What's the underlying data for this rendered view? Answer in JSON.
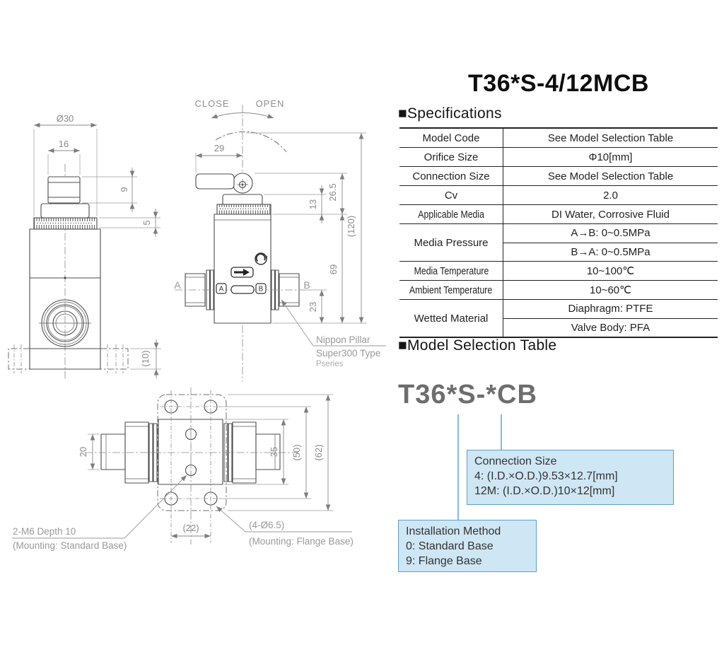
{
  "header": {
    "title": "T36*S-4/12MCB"
  },
  "specifications": {
    "heading": "■Specifications",
    "rows": [
      {
        "label": "Model Code",
        "values": [
          "See Model Selection Table"
        ]
      },
      {
        "label": "Orifice Size",
        "values": [
          "Φ10[mm]"
        ]
      },
      {
        "label": "Connection Size",
        "values": [
          "See Model Selection Table"
        ]
      },
      {
        "label": "Cv",
        "values": [
          "2.0"
        ]
      },
      {
        "label": "Applicable Media",
        "values": [
          "DI Water, Corrosive Fluid"
        ]
      },
      {
        "label": "Media Pressure",
        "values": [
          "A→B: 0~0.5MPa",
          "B→A: 0~0.5MPa"
        ]
      },
      {
        "label": "Media Temperature",
        "values": [
          "10~100℃"
        ]
      },
      {
        "label": "Ambient Temperature",
        "values": [
          "10~60℃"
        ]
      },
      {
        "label": "Wetted Material",
        "values": [
          "Diaphragm: PTFE",
          "Valve Body: PFA"
        ]
      }
    ]
  },
  "model_selection": {
    "heading": "■Model Selection Table",
    "model_code": "T36*S-*CB",
    "connection_size": {
      "title": "Connection Size",
      "option_4": "4: (I.D.×O.D.)9.53×12.7[mm]",
      "option_12m": "12M: (I.D.×O.D.)10×12[mm]"
    },
    "installation": {
      "title": "Installation Method",
      "option_0": "0: Standard Base",
      "option_9": "9: Flange Base"
    }
  },
  "drawing": {
    "front_view": {
      "dim_dia30": "Ø30",
      "dim_16": "16",
      "dim_9": "9",
      "dim_5": "5",
      "dim_10": "(10)"
    },
    "side_view": {
      "close_label": "CLOSE",
      "open_label": "OPEN",
      "dim_29": "29",
      "dim_13": "13",
      "dim_26_5": "26.5",
      "dim_69": "69",
      "dim_23": "23",
      "dim_120": "(120)",
      "port_a": "A",
      "port_b": "B",
      "mark_a": "A",
      "mark_b": "B",
      "callout_line1": "Nippon Pillar",
      "callout_line2": "Super300 Type",
      "callout_line3": "Pseries"
    },
    "bottom_view": {
      "dim_20": "20",
      "dim_35": "35",
      "dim_50": "(50)",
      "dim_62": "(62)",
      "dim_22": "(22)",
      "callout_m6_line1": "2-M6 Depth 10",
      "callout_m6_line2": "(Mounting: Standard Base)",
      "callout_flange_line1": "(4-Ø6.5)",
      "callout_flange_line2": "(Mounting: Flange Base)"
    }
  },
  "colors": {
    "callout_box_bg": "#cfe6f4",
    "callout_box_border": "#5b9fd0",
    "leader_line_blue": "#85bede",
    "model_code_gray": "#6d6d6d",
    "drawing_line": "#4c4c4c",
    "dimension_gray": "#8a8a8a"
  }
}
